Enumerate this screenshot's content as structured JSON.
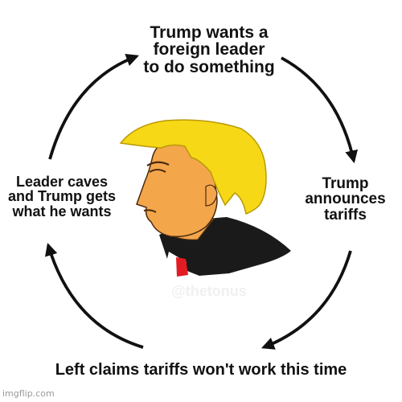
{
  "cycle": {
    "top": [
      "Trump wants a",
      "foreign leader",
      "to do something"
    ],
    "right": [
      "Trump",
      "announces",
      "tariffs"
    ],
    "bottom": "Left claims tariffs won't work this time",
    "left": [
      "Leader caves",
      "and Trump gets",
      "what he wants"
    ]
  },
  "watermark": "@thetonus",
  "credit": "imgflip.com",
  "colors": {
    "text": "#111111",
    "hair": "#f7d816",
    "skin": "#f4a64a",
    "suit": "#1a1a1a",
    "tie": "#e31b23"
  }
}
